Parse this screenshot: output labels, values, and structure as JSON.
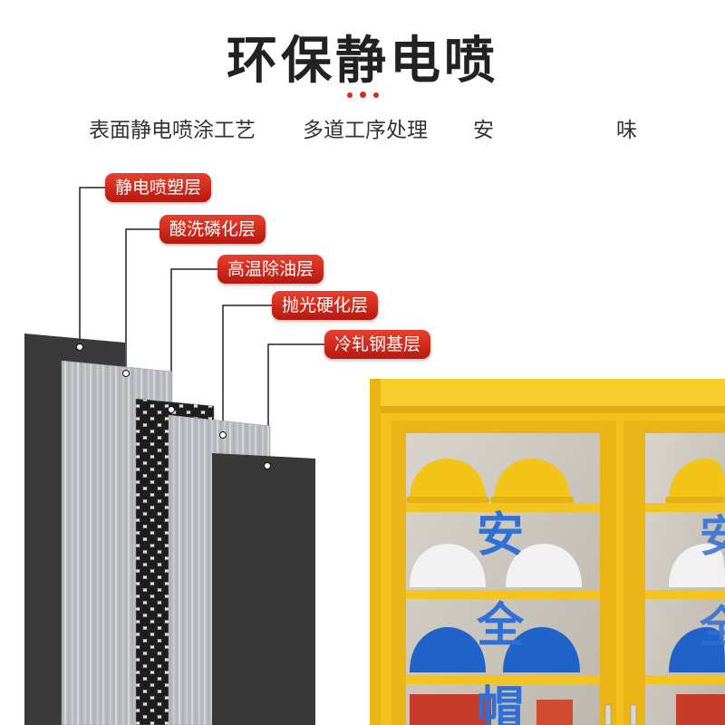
{
  "header": {
    "title": "环保静电喷",
    "subtitle_parts": [
      "表面静电喷涂工艺",
      "多道工序处理",
      "安",
      "味"
    ],
    "accent_color": "#d62828"
  },
  "layers": [
    {
      "label": "静电喷塑层"
    },
    {
      "label": "酸洗磷化层"
    },
    {
      "label": "高温除油层"
    },
    {
      "label": "抛光硬化层"
    },
    {
      "label": "冷轧钢基层"
    }
  ],
  "cabinet": {
    "body_color": "#f4c21f",
    "text_chars": [
      "安",
      "全",
      "帽"
    ],
    "right_text_chars": [
      "安",
      "全"
    ],
    "helmet_colors": [
      "#f2c418",
      "#f1f1f1",
      "#1f63c9"
    ],
    "icons": [
      "hard-hat-icon",
      "cabinet-handle-icon"
    ]
  }
}
